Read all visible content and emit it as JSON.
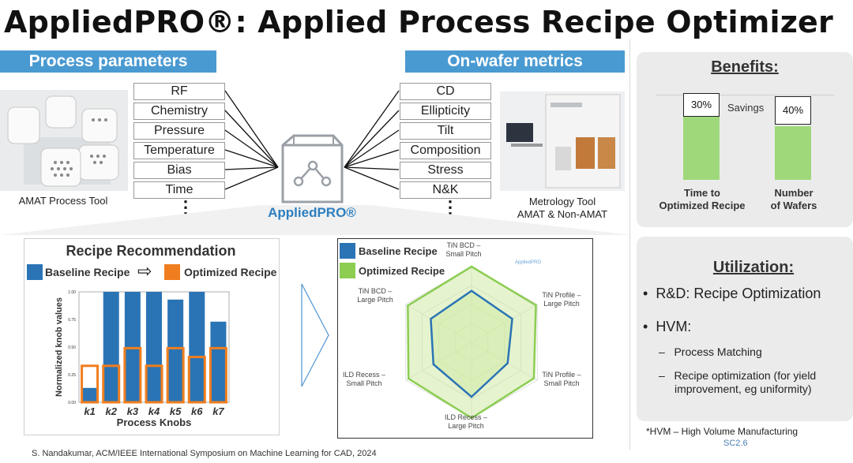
{
  "title": "AppliedPRO®: Applied Process Recipe Optimizer",
  "left_header": "Process parameters",
  "right_header": "On-wafer metrics",
  "process_params": [
    "RF",
    "Chemistry",
    "Pressure",
    "Temperature",
    "Bias",
    "Time"
  ],
  "wafer_metrics": [
    "CD",
    "Ellipticity",
    "Tilt",
    "Composition",
    "Stress",
    "N&K"
  ],
  "ellipsis": "⋮",
  "left_tool_caption": "AMAT Process Tool",
  "right_tool_caption_1": "Metrology Tool",
  "right_tool_caption_2": "AMAT & Non-AMAT",
  "center_logo": "AppliedPRO®",
  "recipe": {
    "title": "Recipe Recommendation",
    "baseline_label": "Baseline Recipe",
    "optimized_label": "Optimized Recipe",
    "arrow": "⇨"
  },
  "colors": {
    "baseline": "#2a74b5",
    "optimized": "#f07e1e",
    "green": "#9fd87a",
    "radar_green": "#8ccd52",
    "header": "#4a9ad2"
  },
  "chart_data": [
    {
      "type": "bar",
      "xlabel": "Process Knobs",
      "ylabel": "Normalized knob values",
      "categories": [
        "k1",
        "k2",
        "k3",
        "k4",
        "k5",
        "k6",
        "k7"
      ],
      "yticks": [
        "0.00",
        "0.25",
        "0.50",
        "0.75",
        "1.00"
      ],
      "ylim": [
        0,
        1
      ],
      "series": [
        {
          "name": "Baseline Recipe",
          "values": [
            0.13,
            1.0,
            1.0,
            1.0,
            0.93,
            1.0,
            0.73
          ]
        },
        {
          "name": "Optimized Recipe",
          "values": [
            0.33,
            0.33,
            0.49,
            0.33,
            0.49,
            0.41,
            0.49
          ]
        }
      ]
    },
    {
      "type": "radar",
      "axes": [
        "TiN BCD – Small Pitch",
        "TiN Profile – Large Pitch",
        "TiN Profile – Small Pitch",
        "ILD Recess – Large Pitch",
        "ILD Recess – Small Pitch",
        "TiN BCD – Large Pitch"
      ],
      "series": [
        {
          "name": "Baseline Recipe",
          "values": [
            0.68,
            0.62,
            0.55,
            0.72,
            0.58,
            0.62
          ]
        },
        {
          "name": "Optimized Recipe",
          "values": [
            1.0,
            0.98,
            0.95,
            1.0,
            0.96,
            0.97
          ]
        }
      ]
    },
    {
      "type": "bar",
      "title": "Benefits:",
      "categories": [
        "Time to Optimized Recipe",
        "Number of Wafers"
      ],
      "values_labels": [
        "30%",
        "40%"
      ],
      "savings_label": "Savings"
    }
  ],
  "benefits": {
    "title": "Benefits:",
    "savings": "Savings",
    "pct1": "30%",
    "pct2": "40%",
    "cat1_line1": "Time to",
    "cat1_line2": "Optimized Recipe",
    "cat2_line1": "Number",
    "cat2_line2": "of Wafers"
  },
  "utilization": {
    "title": "Utilization:",
    "bullet1": "R&D: Recipe Optimization",
    "bullet2": "HVM:",
    "sub1": "Process Matching",
    "sub2_line1": "Recipe optimization (for yield",
    "sub2_line2": "improvement, eg uniformity)"
  },
  "footnote": "*HVM – High Volume Manufacturing",
  "slide_id": "SC2.6",
  "citation": "S. Nandakumar, ACM/IEEE International Symposium on Machine Learning for CAD, 2024",
  "radar_labels": {
    "top1": "TiN BCD –",
    "top2": "Small Pitch",
    "ul1": "TiN BCD –",
    "ul2": "Large Pitch",
    "ur1": "TiN Profile –",
    "ur2": "Large Pitch",
    "ll1": "ILD Recess –",
    "ll2": "Small Pitch",
    "lr1": "TiN Profile –",
    "lr2": "Small Pitch",
    "bot1": "ILD Recess –",
    "bot2": "Large Pitch",
    "watermark": "AppliedPRO"
  }
}
